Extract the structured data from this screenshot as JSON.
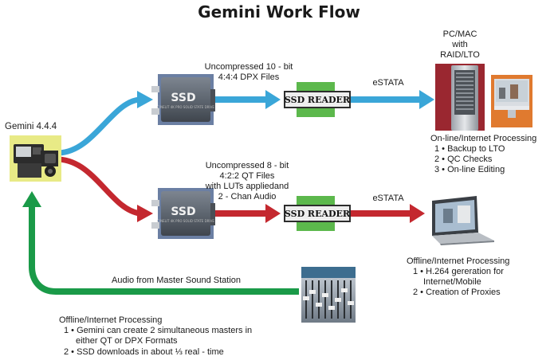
{
  "title": "Gemini Work Flow",
  "camera": {
    "label": "Gemini 4.4.4"
  },
  "ssd": {
    "label": "SSD",
    "sublabel": "CINELIT 4K PRO SOLID STATE DRIVE"
  },
  "reader": {
    "label": "SSD READER"
  },
  "top_path": {
    "format_lines": [
      "Uncompressed 10 - bit",
      "4:4:4 DPX Files"
    ],
    "link_label": "eSTATA",
    "destination_lines": [
      "PC/MAC",
      "with",
      "RAID/LTO"
    ],
    "processing_title": "On-line/Internet Processing",
    "processing_items": [
      "1 • Backup to LTO",
      "2 • QC Checks",
      "3 • On-line Editing"
    ]
  },
  "bottom_path": {
    "format_lines": [
      "Uncompressed 8 - bit",
      "4:2:2 QT Files",
      "with LUTs appliedand",
      "2 - Chan Audio"
    ],
    "link_label": "eSTATA",
    "processing_title": "Offline/Internet Processing",
    "processing_items": [
      "1 • H.264 gereration for",
      "Internet/Mobile",
      "2 • Creation of Proxies"
    ]
  },
  "audio": {
    "label": "Audio from Master Sound Station"
  },
  "notes": {
    "title": "Offline/Internet Processing",
    "items": [
      "1 • Gemini can create 2 simultaneous masters in",
      "either QT or DPX Formats",
      "2 • SSD downloads in about ⅓ real - time"
    ]
  },
  "colors": {
    "blue": "#3aa6d8",
    "red": "#c4282f",
    "green": "#1a9a48",
    "reader": "#5cb84c"
  }
}
